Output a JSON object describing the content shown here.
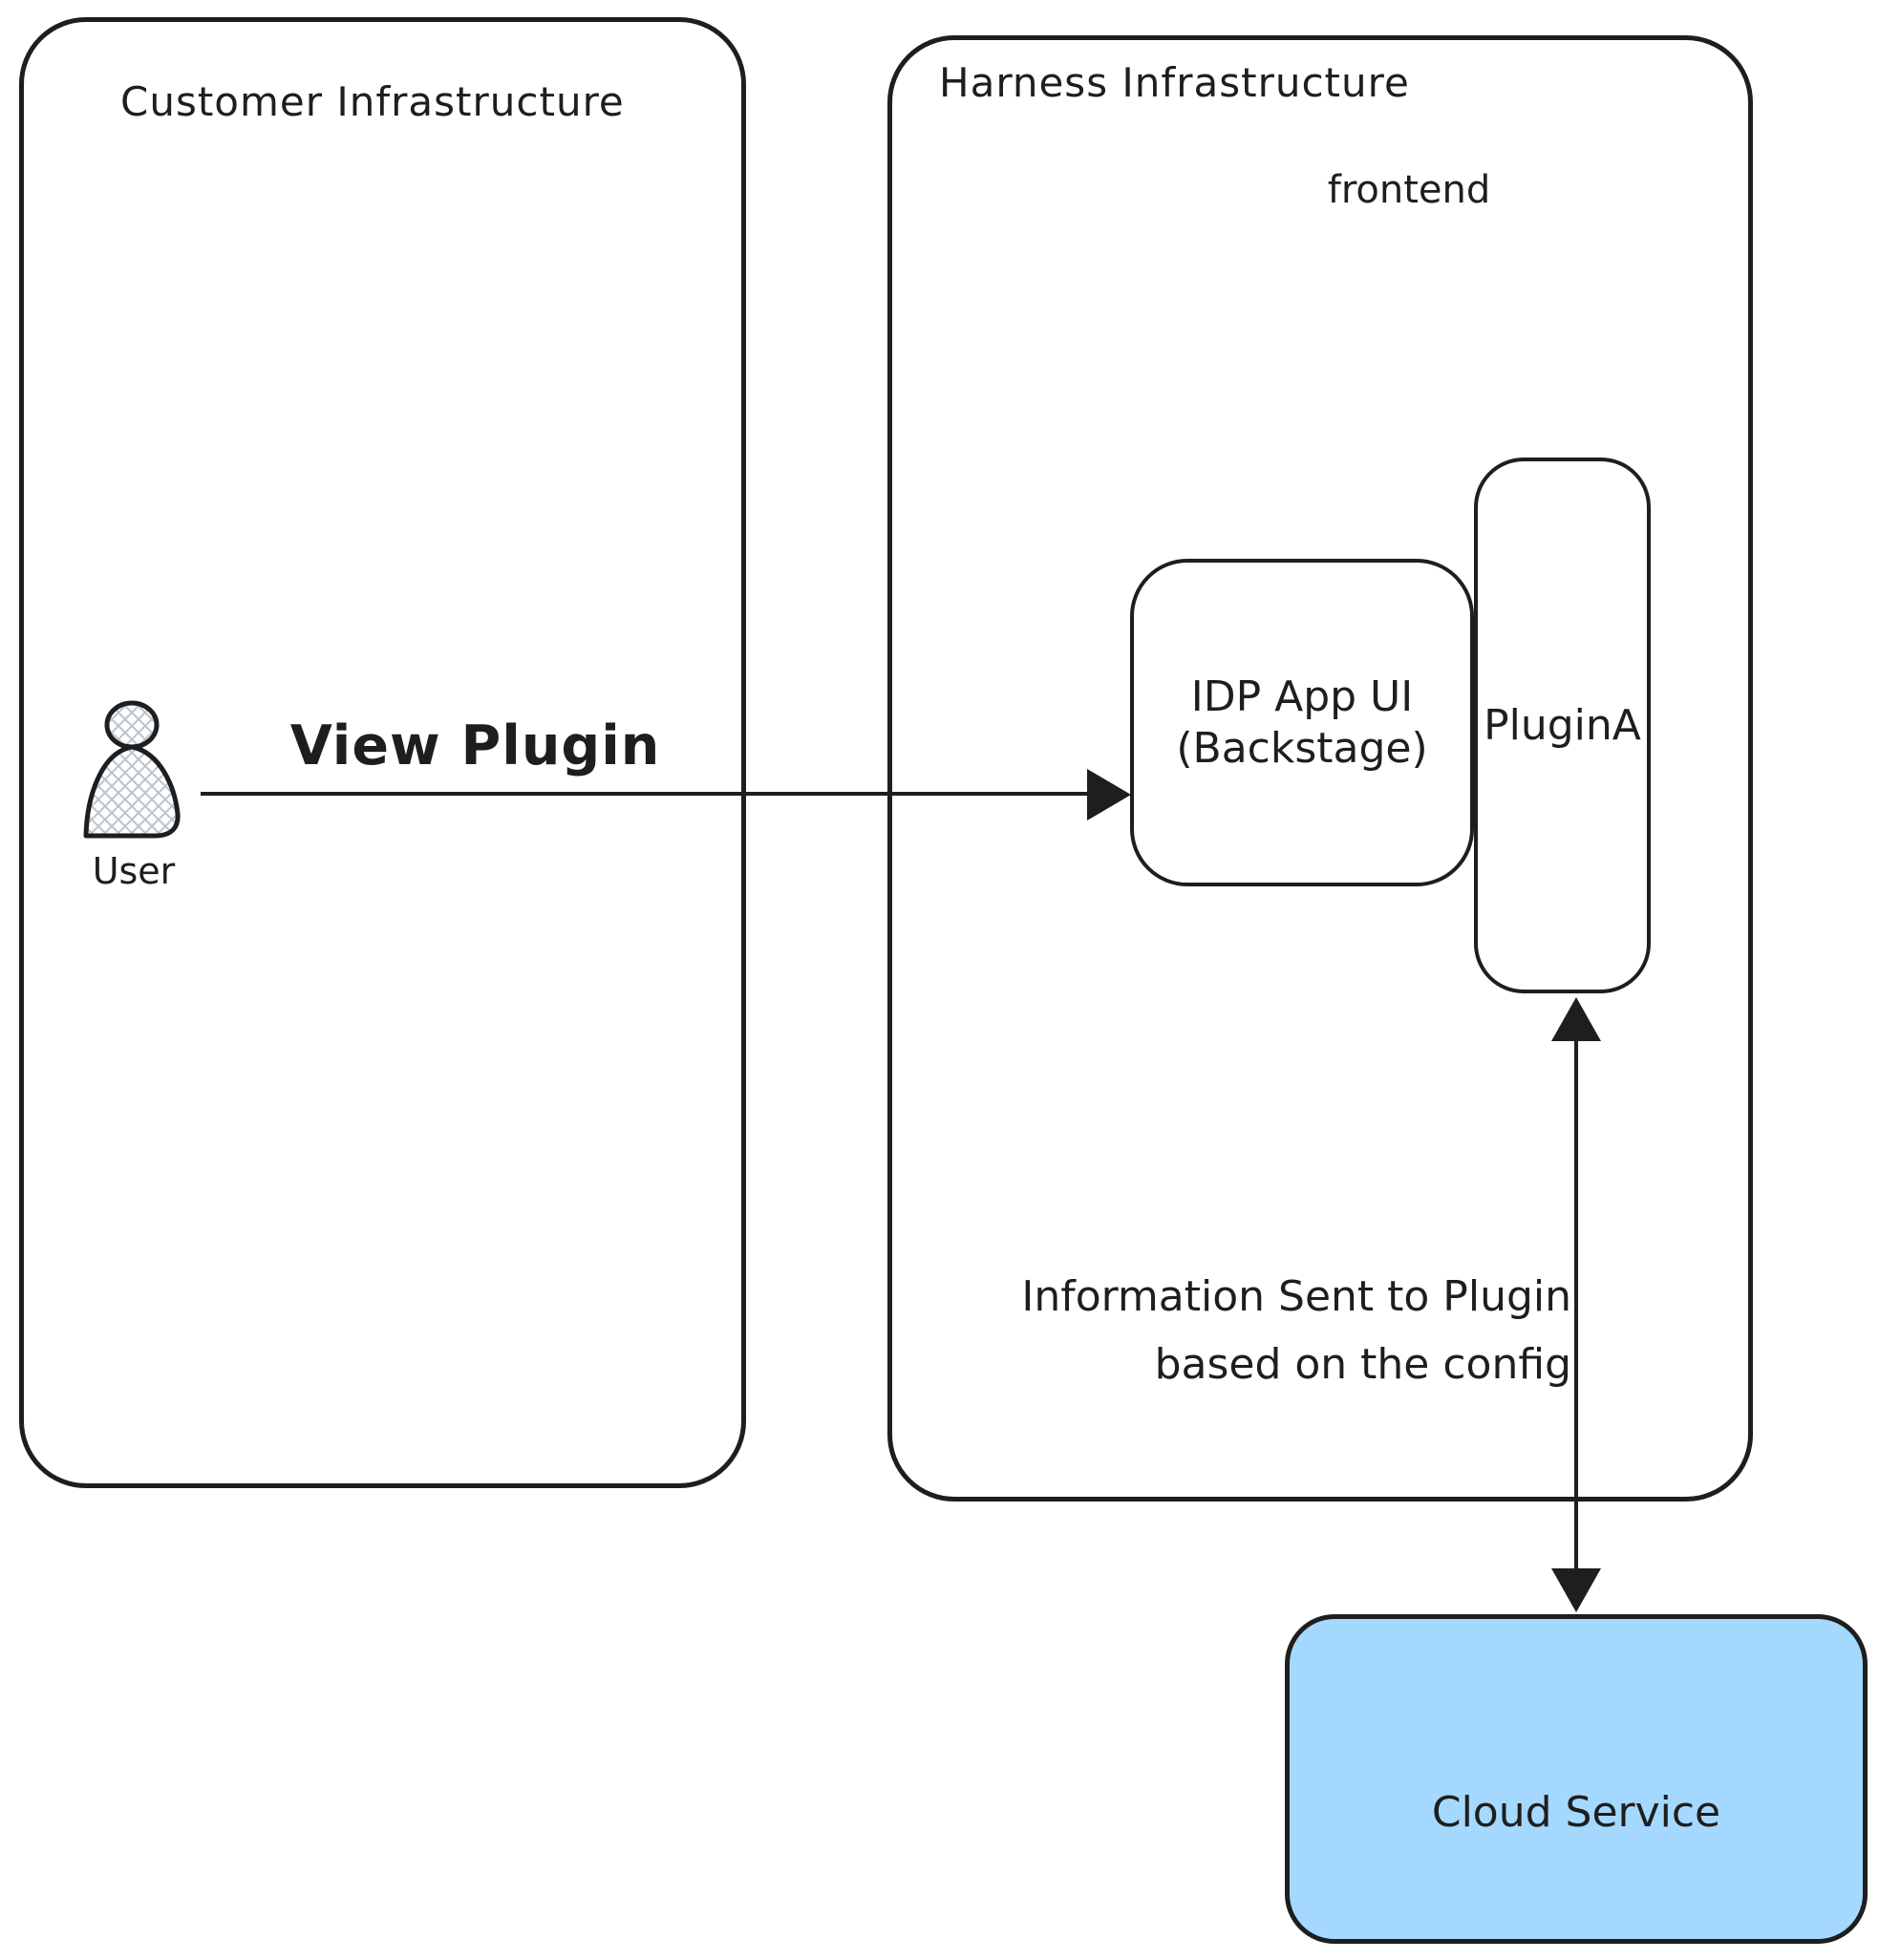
{
  "diagram": {
    "customer_box": {
      "title": "Customer Infrastructure"
    },
    "harness_box": {
      "title": "Harness Infrastructure",
      "frontend_label": "frontend"
    },
    "idp_box": {
      "title_line1": "IDP App UI",
      "title_line2": "(Backstage)"
    },
    "plugin_box": {
      "label": "PluginA"
    },
    "cloud_box": {
      "label": "Cloud Service"
    },
    "user": {
      "label": "User",
      "icon": "user-icon"
    },
    "arrows": {
      "view_plugin": {
        "label": "View Plugin",
        "direction": "right"
      },
      "info_to_plugin": {
        "label_line1": "Information Sent to Plugin",
        "label_line2": "based on the config",
        "direction": "both"
      }
    },
    "colors": {
      "stroke": "#1e1e1e",
      "cloud_fill": "#a5d8ff",
      "hatch": "#b9c4cf",
      "background": "#ffffff"
    }
  }
}
